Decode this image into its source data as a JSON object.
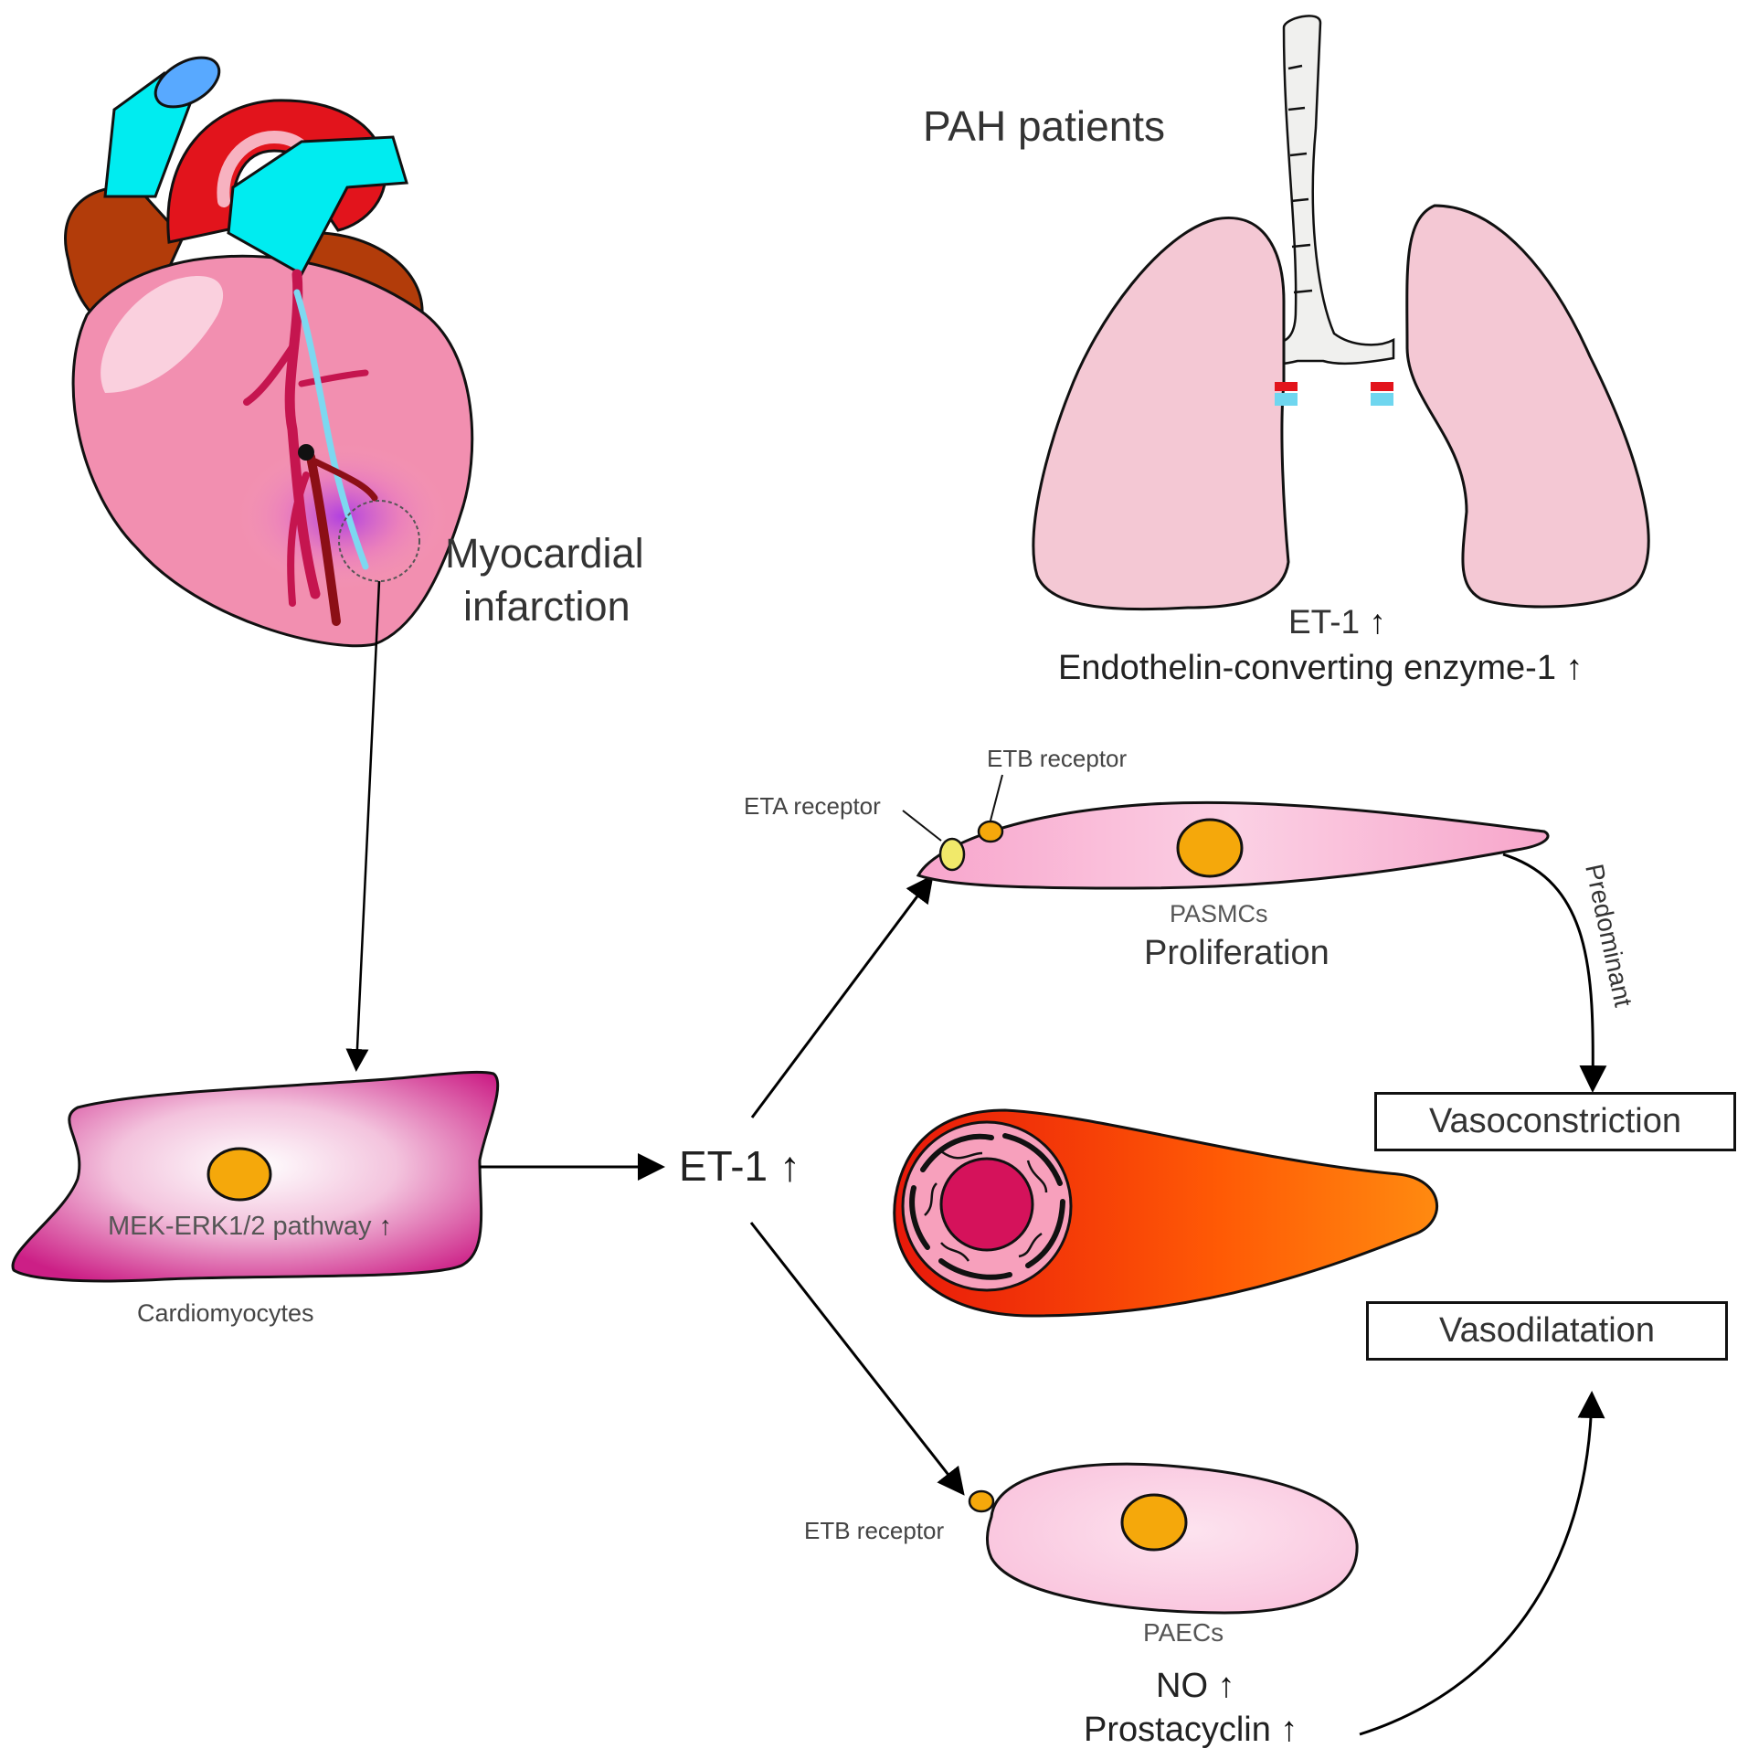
{
  "heart": {
    "label_line1": "Myocardial",
    "label_line2": "infarction"
  },
  "lungs": {
    "title": "PAH patients",
    "marker1": "ET-1",
    "marker2": "Endothelin-converting enzyme-1"
  },
  "cardiomyocyte": {
    "pathway": "MEK-ERK1/2 pathway",
    "label": "Cardiomyocytes"
  },
  "center": {
    "et1": "ET-1"
  },
  "pasmc": {
    "etb": "ETB receptor",
    "eta": "ETA receptor",
    "label": "PASMCs",
    "effect": "Proliferation",
    "predominant": "Predominant"
  },
  "outcomes": {
    "vasoconstriction": "Vasoconstriction",
    "vasodilatation": "Vasodilatation"
  },
  "paec": {
    "etb": "ETB receptor",
    "label": "PAECs",
    "no": "NO",
    "prostacyclin": "Prostacyclin"
  },
  "up_symbol": "↑"
}
